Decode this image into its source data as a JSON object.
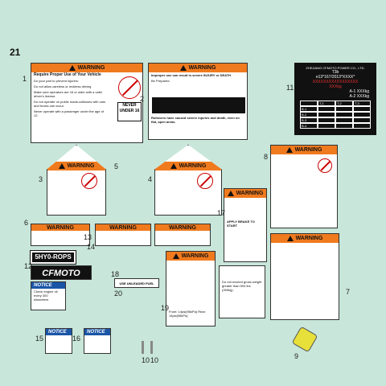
{
  "figure_number": "21",
  "colors": {
    "warning_orange": "#f07a1e",
    "notice_blue": "#1b56a6",
    "background": "#c8e6da"
  },
  "labels": {
    "warning": "WARNING",
    "notice": "NOTICE",
    "warning_proper_use": {
      "title": "Require Proper Use of Your Vehicle",
      "lines": [
        "Do your part to prevent injuries:",
        "Do not allow careless or reckless driving",
        "Make sure operators are 16 or older with a valid driver's license.",
        "Do not operate on public roads-collisions with cars and trucks can occur.",
        "Never operate with a passenger under the age of 12."
      ],
      "age_sign": "NEVER UNDER 16"
    },
    "warning_injury": {
      "intro": "Improper use can result in severe INJURY or DEATH",
      "sub": "Be Prepared."
    },
    "warning_rollover": {
      "intro": "Rollovers have caused severe injuries and death, even on flat, open areas."
    },
    "id_plate": {
      "maker": "ZHEJIANG CFMOTO POWER CO., LTD.",
      "code1": "T3b",
      "code2": "e13*167/2013*XXXX*",
      "line3": "XXXXXXXXXXXXXXXXX",
      "line4": "XXXkg",
      "a1": "A-1   XXXkg",
      "a2": "A-2   XXXkg",
      "cols": [
        "",
        "T-1",
        "T-2",
        "T-3"
      ],
      "rows": [
        "B-1",
        "B-2",
        "B-3",
        "B-4"
      ]
    },
    "seat_id": "5HY0-ROPS",
    "brand": "CFMOTO",
    "use_unleaded": "USE UNLEADED FUEL ONLY",
    "notice_check_engine": "Check engine oil every 300 kilometers",
    "apply_brake": "APPLY BRAKE TO START",
    "tire_pressure": "Front: 14psi(96kPa)  Rear: 14psi(96kPa)",
    "load_limit": "Do not exceed gross weight greater than 594 lbs (269kg)."
  },
  "callouts": [
    "1",
    "2",
    "3",
    "4",
    "5",
    "6",
    "7",
    "8",
    "9",
    "10",
    "10",
    "11",
    "12",
    "13",
    "14",
    "15",
    "16",
    "17",
    "18",
    "19",
    "20"
  ]
}
